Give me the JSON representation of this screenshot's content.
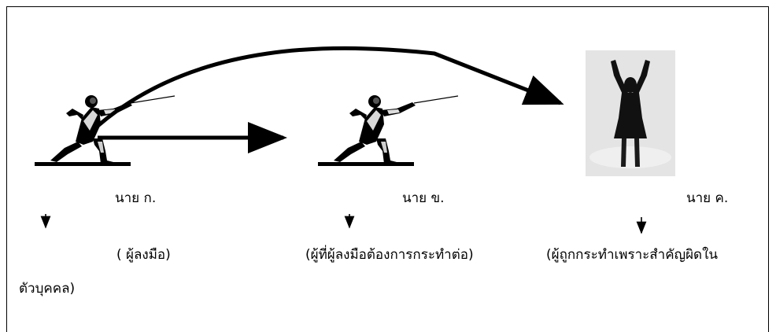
{
  "persons": [
    {
      "name": "นาย ก.",
      "role": "( ผู้ลงมือ)"
    },
    {
      "name": "นาย ข.",
      "role": "(ผู้ที่ผู้ลงมือต้องการกระทำต่อ)"
    },
    {
      "name": "นาย ค.",
      "role": "(ผู้ถูกกระทำเพราะสำคัญผิดใน"
    }
  ],
  "wrap_text": "ตัวบุคคล)",
  "icons": {
    "person_a": "fencer-lunging-icon",
    "person_b": "fencer-lunging-icon",
    "person_c": "person-arms-raised-silhouette-icon"
  },
  "colors": {
    "ink": "#000000",
    "photo_bg": "#e4e4e4"
  }
}
